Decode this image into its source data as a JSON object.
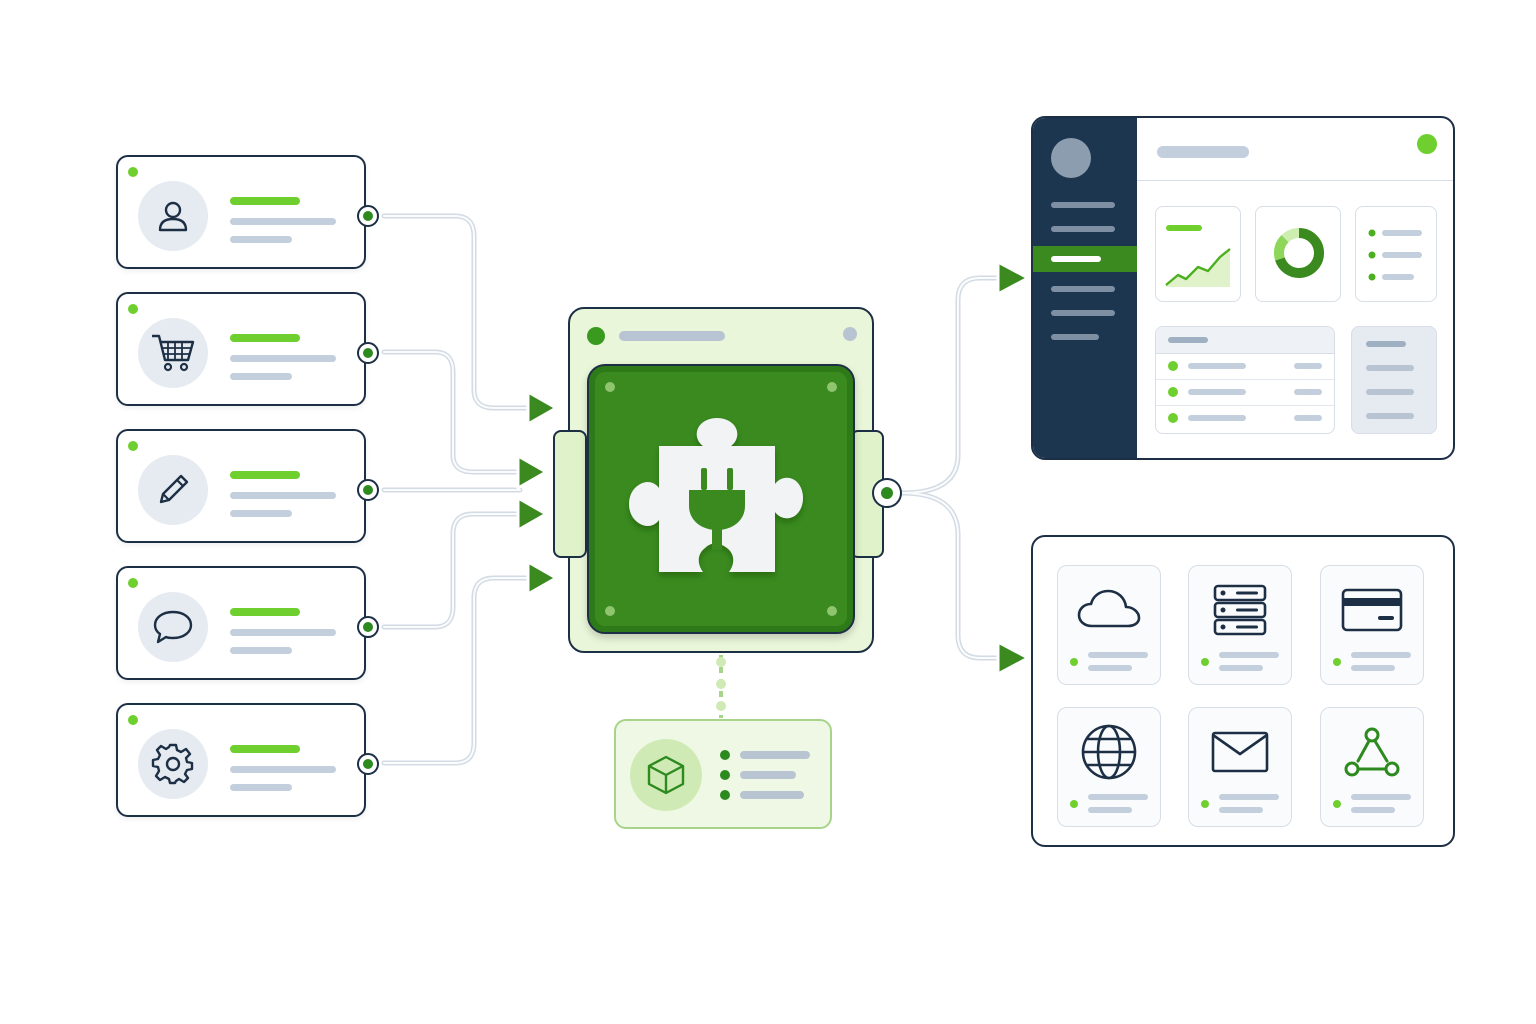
{
  "colors": {
    "accent_green": "#3a8a1f",
    "bright_green": "#6ecf2e",
    "navy": "#1d2f45",
    "placeholder_gray": "#c3cfdc",
    "hub_light": "#e9f6d9"
  },
  "sources": [
    {
      "icon": "user-icon",
      "status": "online"
    },
    {
      "icon": "shopping-cart-icon",
      "status": "online"
    },
    {
      "icon": "pencil-icon",
      "status": "online"
    },
    {
      "icon": "chat-bubble-icon",
      "status": "online"
    },
    {
      "icon": "gear-icon",
      "status": "online"
    }
  ],
  "hub": {
    "icon": "puzzle-plug-icon"
  },
  "module": {
    "icon": "cube-icon",
    "list_items": 3
  },
  "dashboard": {
    "nav_items": 6,
    "active_nav_index": 2,
    "widgets": [
      "line-chart-icon",
      "donut-chart-icon",
      "list-icon"
    ],
    "table_rows": 3
  },
  "services": [
    {
      "icon": "cloud-icon"
    },
    {
      "icon": "server-icon"
    },
    {
      "icon": "credit-card-icon"
    },
    {
      "icon": "globe-icon"
    },
    {
      "icon": "mail-icon"
    },
    {
      "icon": "webhook-icon"
    }
  ]
}
